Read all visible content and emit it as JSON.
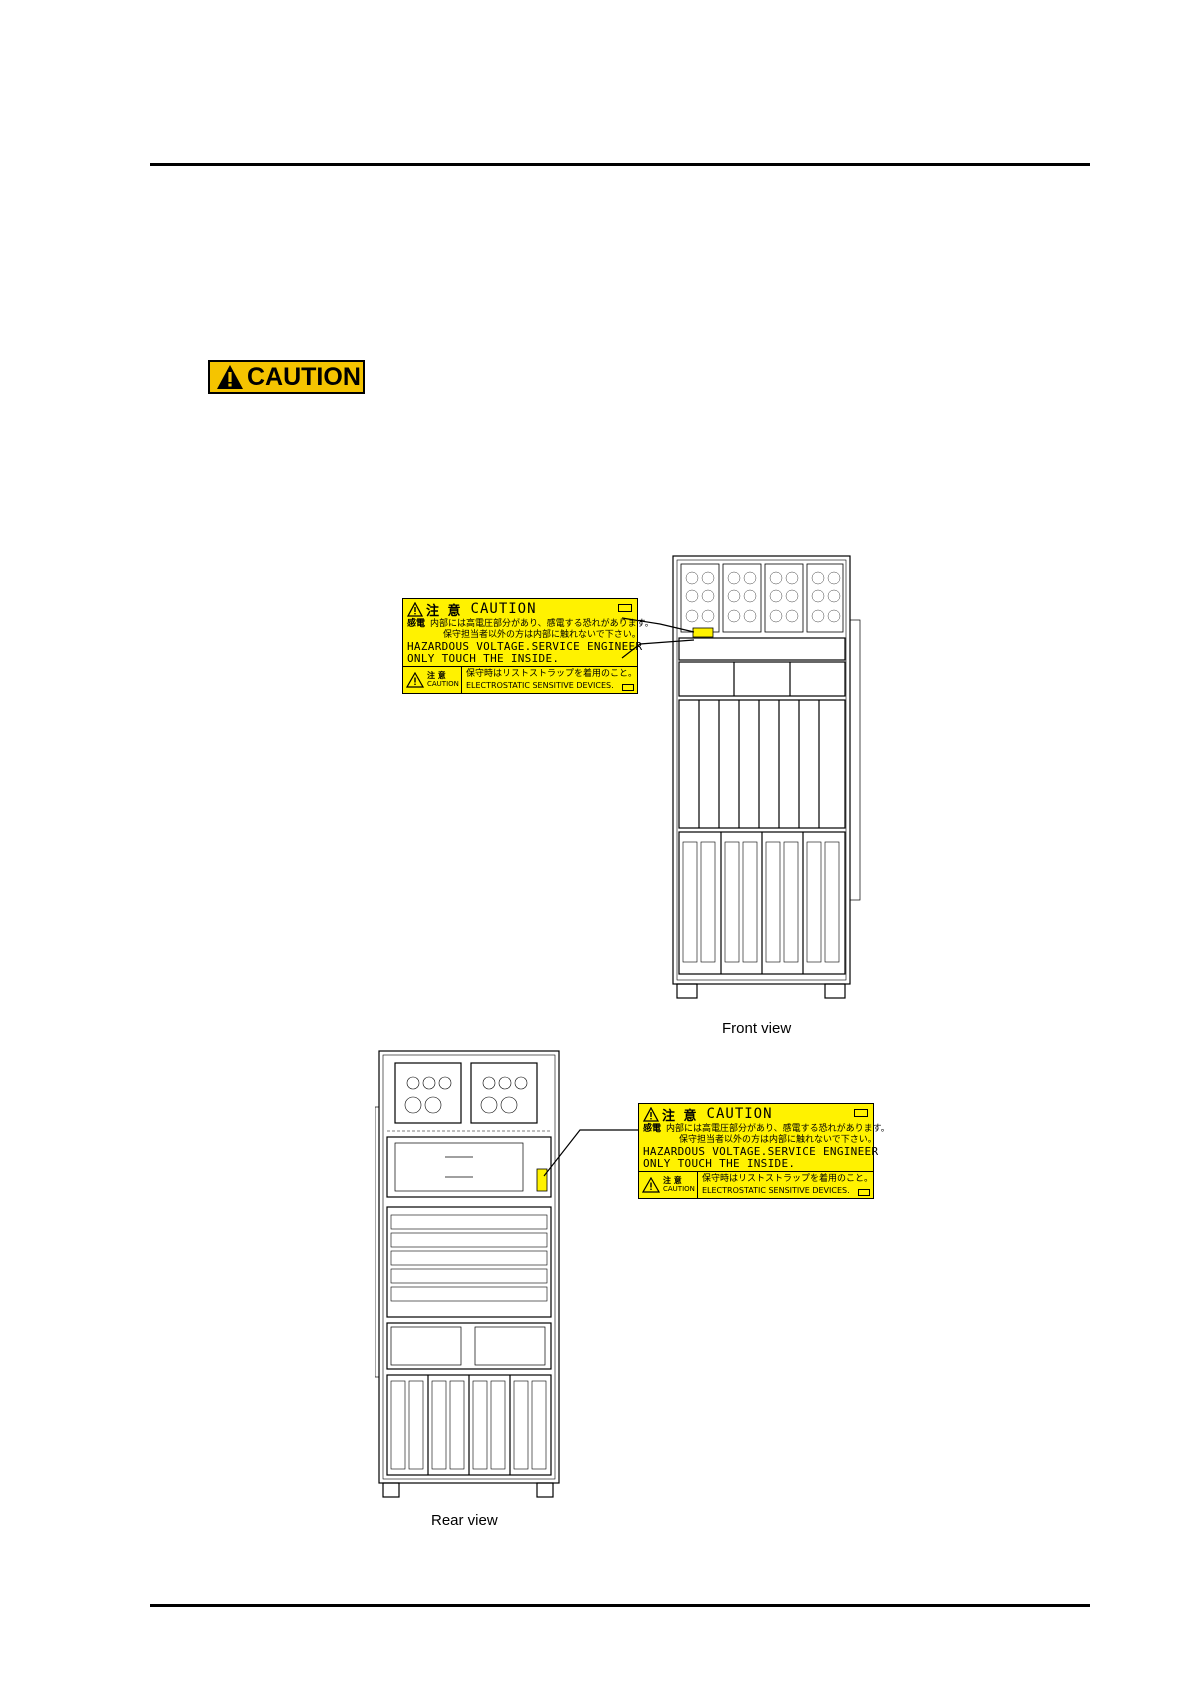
{
  "caution_badge": {
    "text": "CAUTION",
    "color": "#f5c400",
    "icon": "warning-triangle-icon"
  },
  "label": {
    "title_ja": "注 意",
    "title_en": "CAUTION",
    "shock_ja": "感電",
    "line1_ja": "内部には高電圧部分があり、感電する恐れがあります。",
    "line2_ja": "保守担当者以外の方は内部に触れないで下さい。",
    "en_line1": "HAZARDOUS VOLTAGE.SERVICE ENGINEER",
    "en_line2": "ONLY TOUCH THE INSIDE.",
    "foot_ja": "注 意",
    "foot_en": "CAUTION",
    "foot_line1_ja": "保守時はリストストラップを着用のこと。",
    "foot_line2_en": "ELECTROSTATIC SENSITIVE DEVICES.",
    "color": "#fff200"
  },
  "figures": {
    "front_caption": "Front view",
    "rear_caption": "Rear view"
  }
}
